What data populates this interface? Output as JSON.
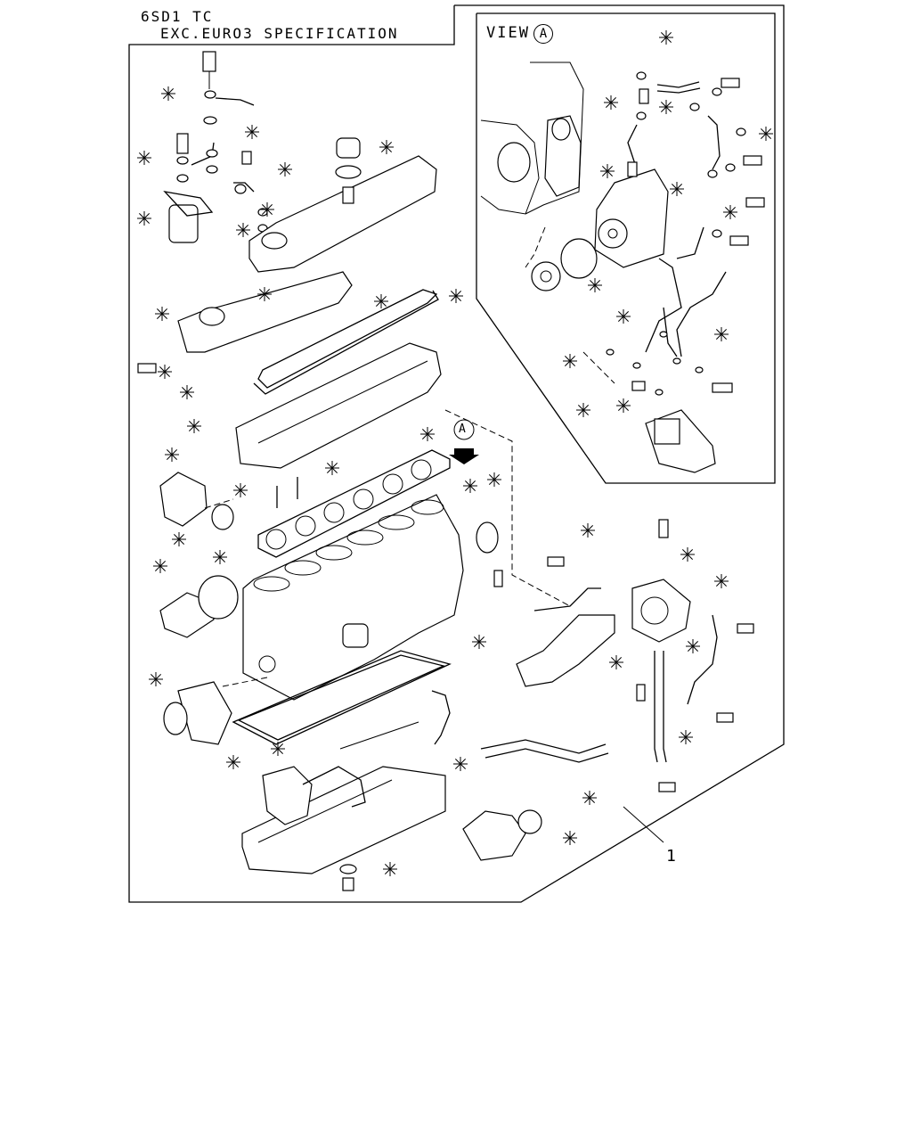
{
  "header": {
    "model": "6SD1 TC",
    "specification": "EXC.EURO3 SPECIFICATION"
  },
  "inset": {
    "view_prefix": "VIEW",
    "view_letter": "A"
  },
  "main": {
    "view_marker": "A",
    "callout_number": "1"
  },
  "icons": {
    "kit_marker": "asterisk-icon",
    "view_direction": "arrow-down-icon"
  }
}
